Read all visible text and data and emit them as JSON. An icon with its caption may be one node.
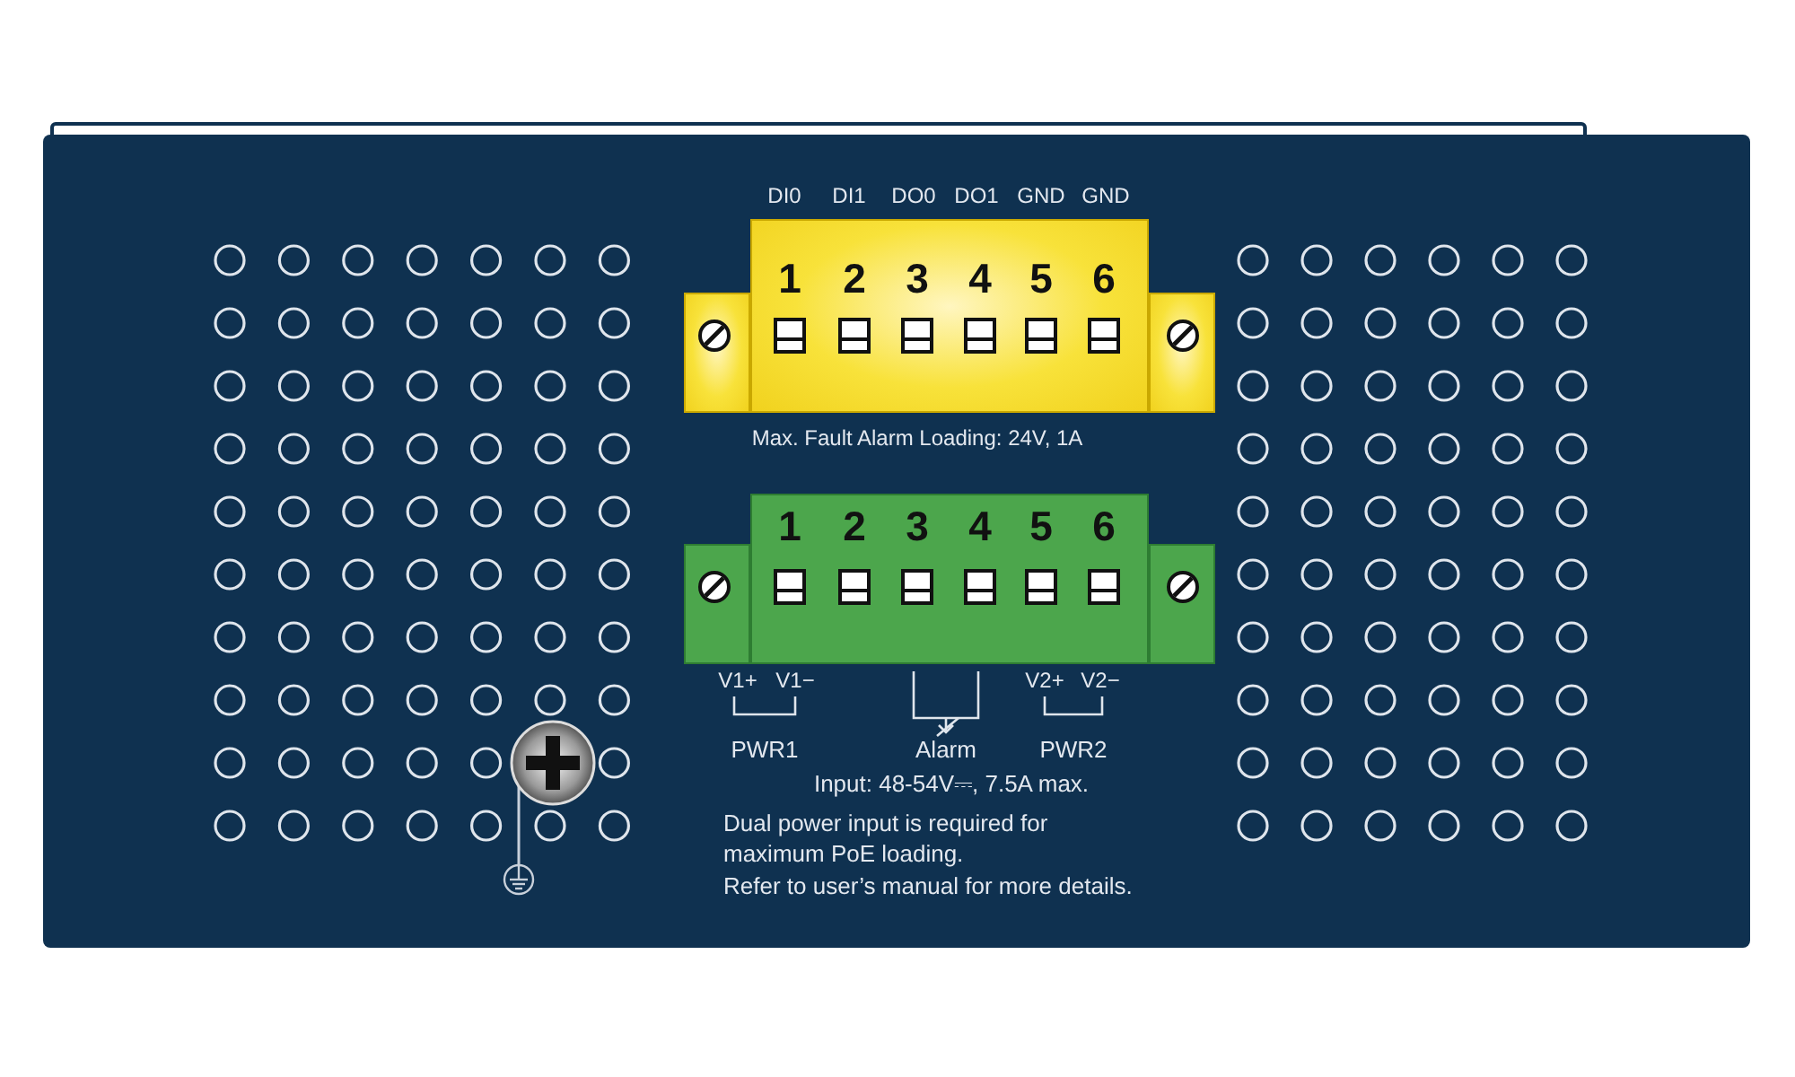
{
  "diagram": {
    "nodes": [
      {
        "text": [
          "1",
          "2",
          "3",
          "4",
          "5",
          "6"
        ]
      },
      {
        "text": [
          "1",
          "2",
          "3",
          "4",
          "5",
          "6"
        ]
      },
      {
        "text": [],
        "shape": "picture"
      },
      {
        "text": [],
        "shape": "picture"
      }
    ],
    "edges": [
      {
        "from": 2,
        "to": 3,
        "arrow": "none"
      }
    ],
    "labels": [
      "DI0",
      "DI1",
      "DO0",
      "DO1",
      "GND",
      "GND",
      "Max. Fault Alarm Loading: 24V, 1A",
      "V1+",
      "V1−",
      "V2+",
      "V2−",
      "PWR1",
      "Alarm",
      "PWR2",
      "Input: 48-54V⎓, 7.5A max.",
      "Dual power input is required for maximum PoE loading.",
      "Refer to user’s manual for more details."
    ]
  }
}
